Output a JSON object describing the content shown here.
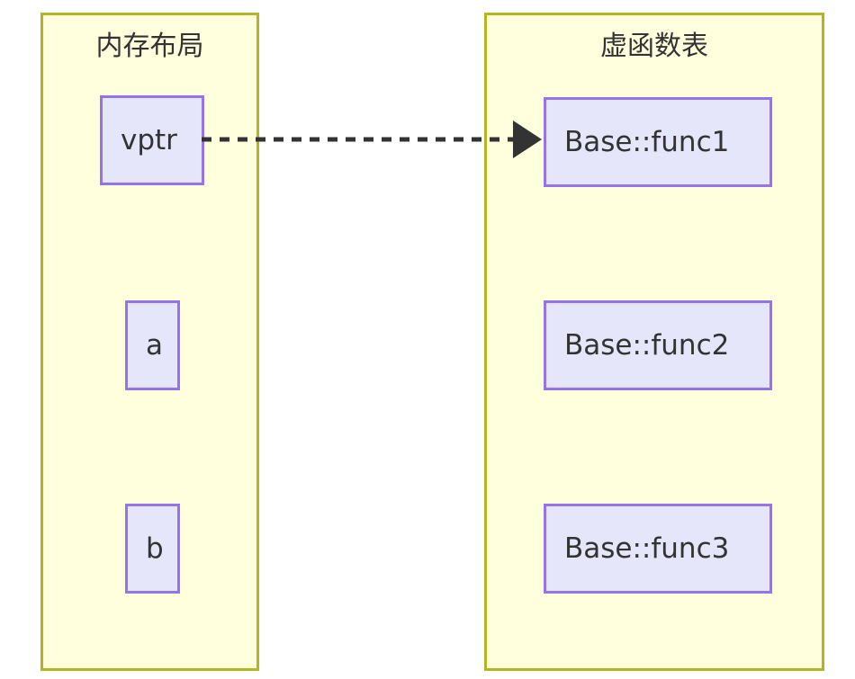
{
  "diagram": {
    "type": "memory-layout-vtable",
    "background_color": "#ffffff",
    "panel_fill": "#ffffdd",
    "panel_border": "#b5b522",
    "cell_fill": "#e6e6fa",
    "cell_border": "#9673e6",
    "text_color": "#333333",
    "connector_color": "#333333"
  },
  "panels": {
    "memory": {
      "title": "内存布局",
      "cells": [
        {
          "label": "vptr"
        },
        {
          "label": "a"
        },
        {
          "label": "b"
        }
      ]
    },
    "vtable": {
      "title": "虚函数表",
      "cells": [
        {
          "label": "Base::func1"
        },
        {
          "label": "Base::func2"
        },
        {
          "label": "Base::func3"
        }
      ]
    }
  },
  "connector": {
    "name": "vptr-to-func1-arrow",
    "style": "dashed",
    "arrowhead": "filled-triangle",
    "from": "vptr",
    "to": "Base::func1"
  }
}
